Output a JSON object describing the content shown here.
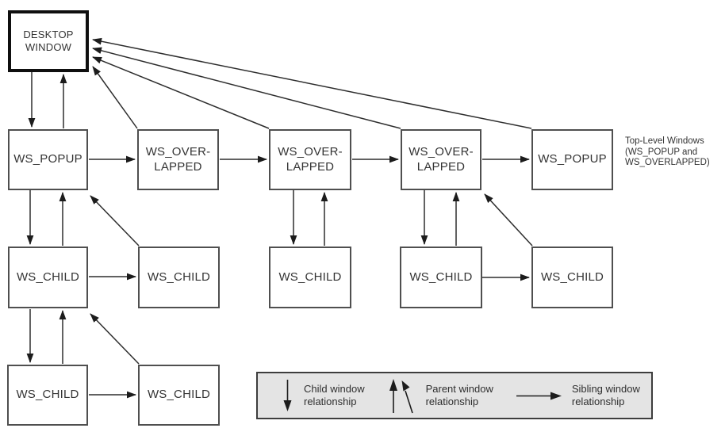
{
  "diagram_title": "window-hierarchy-diagram",
  "nodes": [
    {
      "id": "desktop-window",
      "label": "DESKTOP\nWINDOW"
    },
    {
      "id": "ws-popup-left",
      "label": "WS_POPUP"
    },
    {
      "id": "ws-overlapped-1",
      "label": "WS_OVER-\nLAPPED"
    },
    {
      "id": "ws-overlapped-2",
      "label": "WS_OVER-\nLAPPED"
    },
    {
      "id": "ws-overlapped-3",
      "label": "WS_OVER-\nLAPPED"
    },
    {
      "id": "ws-popup-right",
      "label": "WS_POPUP"
    },
    {
      "id": "ws-child-popup-1",
      "label": "WS_CHILD"
    },
    {
      "id": "ws-child-popup-2",
      "label": "WS_CHILD"
    },
    {
      "id": "ws-child-overlapped-2",
      "label": "WS_CHILD"
    },
    {
      "id": "ws-child-overlapped-3a",
      "label": "WS_CHILD"
    },
    {
      "id": "ws-child-overlapped-3b",
      "label": "WS_CHILD"
    },
    {
      "id": "ws-grandchild-1",
      "label": "WS_CHILD"
    },
    {
      "id": "ws-grandchild-2",
      "label": "WS_CHILD"
    }
  ],
  "side_label": "Top-Level Windows\n(WS_POPUP and\nWS_OVERLAPPED)",
  "legend": {
    "items": [
      {
        "icon": "down-arrow-icon",
        "label": "Child window\nrelationship"
      },
      {
        "icon": "up-arrows-icon",
        "label": "Parent window\nrelationship"
      },
      {
        "icon": "right-arrow-icon",
        "label": "Sibling window\nrelationship"
      }
    ]
  },
  "edges": [
    {
      "type": "child",
      "from": "desktop-window",
      "to": "ws-popup-left"
    },
    {
      "type": "child",
      "from": "ws-popup-left",
      "to": "ws-child-popup-1"
    },
    {
      "type": "child",
      "from": "ws-child-popup-1",
      "to": "ws-grandchild-1"
    },
    {
      "type": "child",
      "from": "ws-overlapped-2",
      "to": "ws-child-overlapped-2"
    },
    {
      "type": "child",
      "from": "ws-overlapped-3",
      "to": "ws-child-overlapped-3a"
    },
    {
      "type": "parent",
      "from": "ws-popup-left",
      "to": "desktop-window"
    },
    {
      "type": "parent",
      "from": "ws-overlapped-1",
      "to": "desktop-window"
    },
    {
      "type": "parent",
      "from": "ws-overlapped-2",
      "to": "desktop-window"
    },
    {
      "type": "parent",
      "from": "ws-overlapped-3",
      "to": "desktop-window"
    },
    {
      "type": "parent",
      "from": "ws-popup-right",
      "to": "desktop-window"
    },
    {
      "type": "parent",
      "from": "ws-child-popup-1",
      "to": "ws-popup-left"
    },
    {
      "type": "parent",
      "from": "ws-child-popup-2",
      "to": "ws-popup-left"
    },
    {
      "type": "parent",
      "from": "ws-child-overlapped-2",
      "to": "ws-overlapped-2"
    },
    {
      "type": "parent",
      "from": "ws-child-overlapped-3a",
      "to": "ws-overlapped-3"
    },
    {
      "type": "parent",
      "from": "ws-child-overlapped-3b",
      "to": "ws-overlapped-3"
    },
    {
      "type": "parent",
      "from": "ws-grandchild-1",
      "to": "ws-child-popup-1"
    },
    {
      "type": "parent",
      "from": "ws-grandchild-2",
      "to": "ws-child-popup-1"
    },
    {
      "type": "sibling",
      "from": "ws-popup-left",
      "to": "ws-overlapped-1"
    },
    {
      "type": "sibling",
      "from": "ws-overlapped-1",
      "to": "ws-overlapped-2"
    },
    {
      "type": "sibling",
      "from": "ws-overlapped-2",
      "to": "ws-overlapped-3"
    },
    {
      "type": "sibling",
      "from": "ws-overlapped-3",
      "to": "ws-popup-right"
    },
    {
      "type": "sibling",
      "from": "ws-child-popup-1",
      "to": "ws-child-popup-2"
    },
    {
      "type": "sibling",
      "from": "ws-child-overlapped-3a",
      "to": "ws-child-overlapped-3b"
    },
    {
      "type": "sibling",
      "from": "ws-grandchild-1",
      "to": "ws-grandchild-2"
    }
  ],
  "colors": {
    "line": "#2d2d2d",
    "box_border": "#4f4f4f",
    "desktop_border": "#0f0f0f",
    "legend_bg": "#e4e4e4",
    "text": "#343434"
  }
}
